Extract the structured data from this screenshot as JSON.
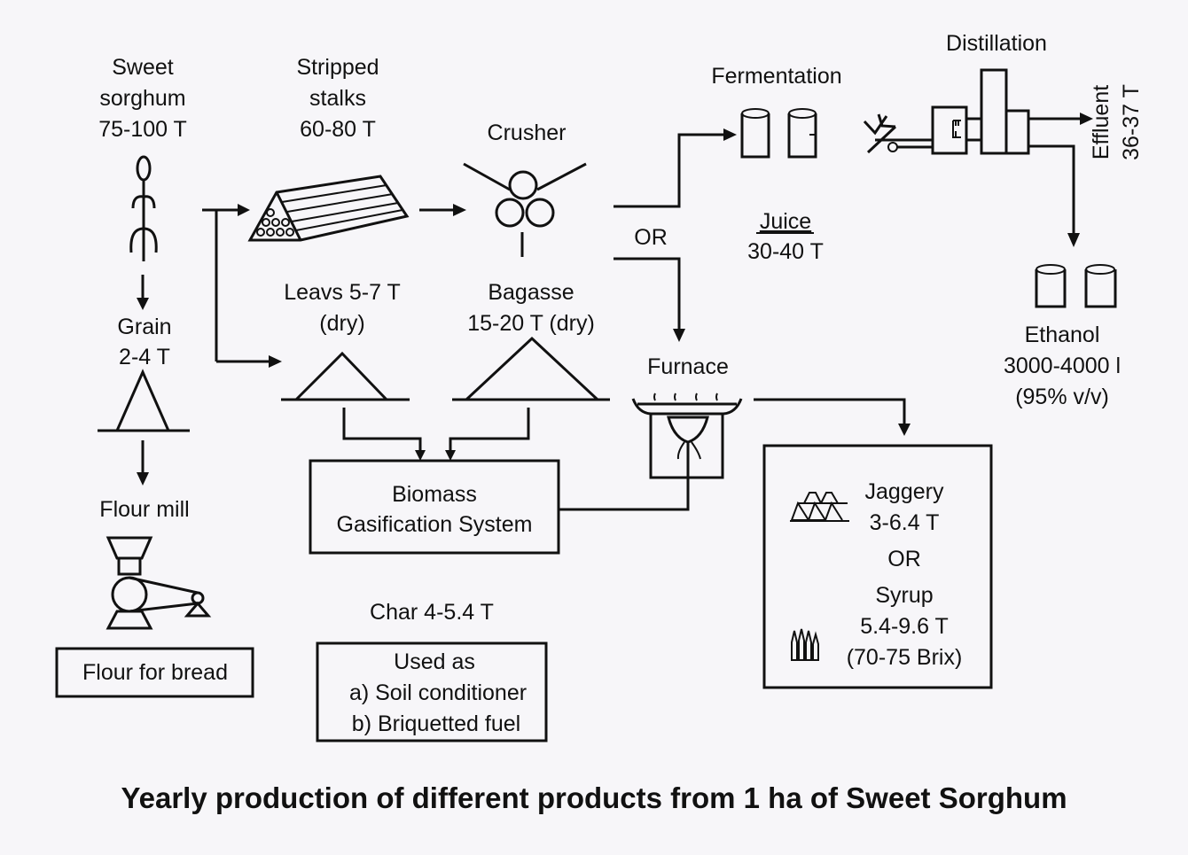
{
  "diagram": {
    "title": "Yearly production of different products from 1 ha of Sweet Sorghum",
    "nodes": {
      "sweet_sorghum": {
        "line1": "Sweet",
        "line2": "sorghum",
        "line3": "75-100 T"
      },
      "stripped_stalks": {
        "line1": "Stripped",
        "line2": "stalks",
        "line3": "60-80 T"
      },
      "crusher": {
        "label": "Crusher"
      },
      "fermentation": {
        "label": "Fermentation"
      },
      "distillation": {
        "label": "Distillation"
      },
      "effluent": {
        "line1": "Effluent",
        "line2": "36-37 T"
      },
      "or_split": {
        "label": "OR"
      },
      "juice": {
        "line1": "Juice",
        "line2": "30-40 T"
      },
      "ethanol": {
        "line1": "Ethanol",
        "line2": "3000-4000 l",
        "line3": "(95% v/v)"
      },
      "grain": {
        "line1": "Grain",
        "line2": "2-4 T"
      },
      "leaves": {
        "line1": "Leavs 5-7 T",
        "line2": "(dry)"
      },
      "bagasse": {
        "line1": "Bagasse",
        "line2": "15-20 T (dry)"
      },
      "furnace": {
        "label": "Furnace"
      },
      "biomass": {
        "line1": "Biomass",
        "line2": "Gasification System"
      },
      "flour_mill": {
        "label": "Flour mill"
      },
      "flour": {
        "label": "Flour for bread"
      },
      "char": {
        "label": "Char 4-5.4 T",
        "line1": "Used as",
        "line2": "a) Soil conditioner",
        "line3": "b) Briquetted fuel"
      },
      "products": {
        "jaggery": "Jaggery",
        "jaggery_qty": "3-6.4 T",
        "or": "OR",
        "syrup": "Syrup",
        "syrup_qty": "5.4-9.6 T",
        "syrup_brix": "(70-75 Brix)"
      }
    },
    "edges": [
      {
        "from": "Sweet sorghum",
        "to": "Stripped stalks"
      },
      {
        "from": "Sweet sorghum",
        "to": "Leaves"
      },
      {
        "from": "Sweet sorghum",
        "to": "Grain"
      },
      {
        "from": "Stripped stalks",
        "to": "Crusher"
      },
      {
        "from": "Crusher",
        "to": "Fermentation",
        "label": "Juice"
      },
      {
        "from": "Crusher",
        "to": "Furnace",
        "label": "OR"
      },
      {
        "from": "Crusher",
        "to": "Bagasse"
      },
      {
        "from": "Fermentation",
        "to": "Distillation"
      },
      {
        "from": "Distillation",
        "to": "Effluent"
      },
      {
        "from": "Distillation",
        "to": "Ethanol"
      },
      {
        "from": "Leaves",
        "to": "Biomass Gasification System"
      },
      {
        "from": "Bagasse",
        "to": "Biomass Gasification System"
      },
      {
        "from": "Biomass Gasification System",
        "to": "Furnace"
      },
      {
        "from": "Furnace",
        "to": "Jaggery / Syrup"
      },
      {
        "from": "Grain",
        "to": "Flour mill"
      },
      {
        "from": "Flour mill",
        "to": "Flour for bread"
      }
    ]
  }
}
